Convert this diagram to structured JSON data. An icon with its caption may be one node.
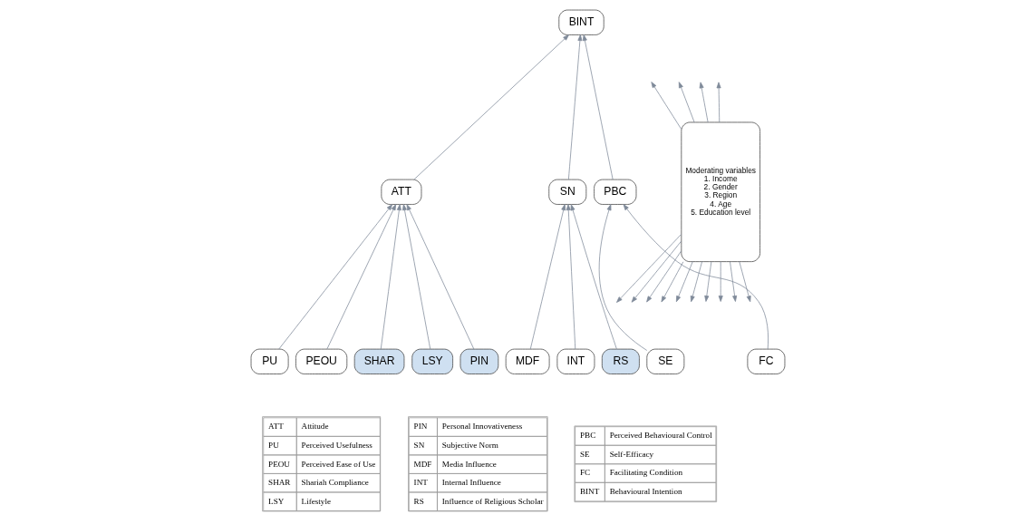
{
  "diagram": {
    "nodes": [
      {
        "text": [
          "BINT"
        ]
      },
      {
        "text": [
          "ATT"
        ]
      },
      {
        "text": [
          "SN"
        ]
      },
      {
        "text": [
          "PBC"
        ]
      },
      {
        "text": [
          "PU"
        ]
      },
      {
        "text": [
          "PEOU"
        ]
      },
      {
        "text": [
          "SHAR"
        ]
      },
      {
        "text": [
          "LSY"
        ]
      },
      {
        "text": [
          "PIN"
        ]
      },
      {
        "text": [
          "MDF"
        ]
      },
      {
        "text": [
          "INT"
        ]
      },
      {
        "text": [
          "RS"
        ]
      },
      {
        "text": [
          "SE"
        ]
      },
      {
        "text": [
          "FC"
        ]
      },
      {
        "text": [
          "Moderating variables",
          "1. Income",
          "2. Gender",
          "3. Region",
          "4. Age",
          "5. Education level"
        ]
      }
    ],
    "edges": [
      {
        "from": 1,
        "to": 0,
        "arrow": "to"
      },
      {
        "from": 2,
        "to": 0,
        "arrow": "to"
      },
      {
        "from": 3,
        "to": 0,
        "arrow": "to"
      },
      {
        "from": 4,
        "to": 1,
        "arrow": "to"
      },
      {
        "from": 5,
        "to": 1,
        "arrow": "to"
      },
      {
        "from": 6,
        "to": 1,
        "arrow": "to"
      },
      {
        "from": 7,
        "to": 1,
        "arrow": "to"
      },
      {
        "from": 8,
        "to": 1,
        "arrow": "to"
      },
      {
        "from": 9,
        "to": 2,
        "arrow": "to"
      },
      {
        "from": 10,
        "to": 2,
        "arrow": "to"
      },
      {
        "from": 11,
        "to": 2,
        "arrow": "to"
      },
      {
        "from": 12,
        "to": 3,
        "arrow": "to"
      },
      {
        "from": 13,
        "to": 3,
        "arrow": "to"
      },
      {
        "from": 14,
        "to": null,
        "arrow": "to"
      },
      {
        "from": 14,
        "to": null,
        "arrow": "to"
      },
      {
        "from": 14,
        "to": null,
        "arrow": "to"
      },
      {
        "from": 14,
        "to": null,
        "arrow": "to"
      },
      {
        "from": 14,
        "to": null,
        "arrow": "to"
      },
      {
        "from": 14,
        "to": null,
        "arrow": "to"
      },
      {
        "from": 14,
        "to": null,
        "arrow": "to"
      },
      {
        "from": 14,
        "to": null,
        "arrow": "to"
      },
      {
        "from": 14,
        "to": null,
        "arrow": "to"
      },
      {
        "from": 14,
        "to": null,
        "arrow": "to"
      },
      {
        "from": 14,
        "to": null,
        "arrow": "to"
      },
      {
        "from": 14,
        "to": null,
        "arrow": "to"
      },
      {
        "from": 14,
        "to": null,
        "arrow": "to"
      },
      {
        "from": 14,
        "to": null,
        "arrow": "to"
      }
    ],
    "labels": [
      "ATT",
      "Attitude",
      "PU",
      "Perceived Usefulness",
      "PEOU",
      "Perceived Ease of Use",
      "SHAR",
      "Shariah Compliance",
      "LSY",
      "Lifestyle",
      "PIN",
      "Personal Innovativeness",
      "SN",
      "Subjective Norm",
      "MDF",
      "Media Influence",
      "INT",
      "Internal Influence",
      "RS",
      "Influence of Religious Scholar",
      "PBC",
      "Perceived Behavioural Control",
      "SE",
      "Self-Efficacy",
      "FC",
      "Facilitating Condition",
      "BINT",
      "Behavioural Intention"
    ]
  }
}
